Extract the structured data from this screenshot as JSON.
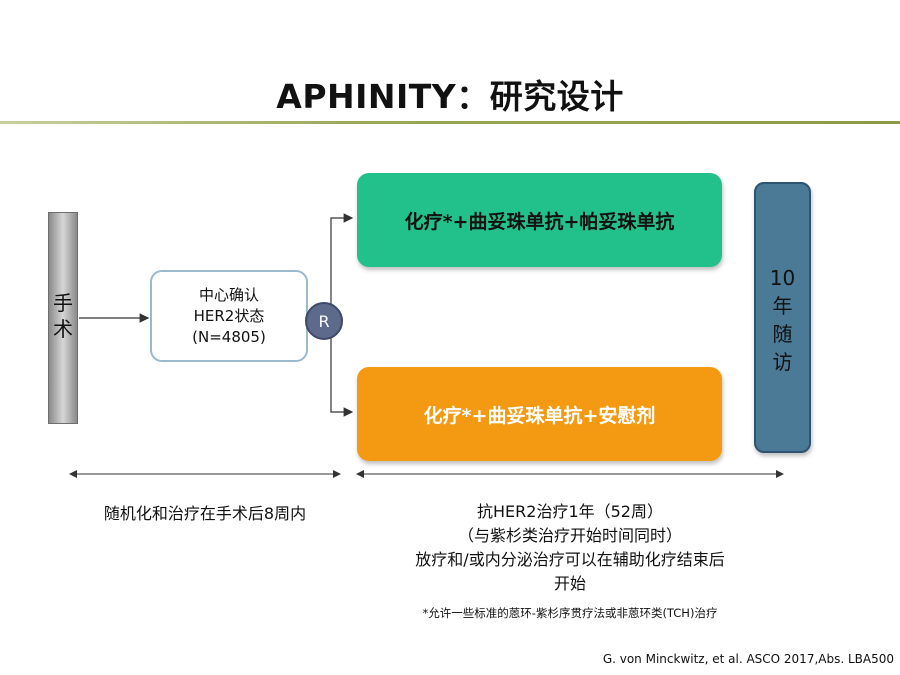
{
  "slide": {
    "title": "APHINITY：研究设计",
    "surgery": {
      "label_line1": "手",
      "label_line2": "术"
    },
    "center_box": {
      "line1": "中心确认",
      "line2": "HER2状态",
      "line3": "(N=4805)"
    },
    "randomization": {
      "label": "R"
    },
    "arms": [
      {
        "label": "化疗*+曲妥珠单抗+帕妥珠单抗",
        "color": "#22c08a"
      },
      {
        "label": "化疗*+曲妥珠单抗+安慰剂",
        "color": "#f39a12"
      }
    ],
    "follow_up": {
      "line1": "10",
      "line2": "年",
      "line3": "随",
      "line4": "访"
    },
    "captions": {
      "left": "随机化和治疗在手术后8周内",
      "right_line1": "抗HER2治疗1年（52周）",
      "right_line2": "（与紫杉类治疗开始时间同时）",
      "right_line3": "放疗和/或内分泌治疗可以在辅助化疗结束后",
      "right_line4": "开始"
    },
    "footnote": "*允许一些标准的蒽环-紫杉序贯疗法或非蒽环类(TCH)治疗",
    "citation": "G. von Minckwitz, et al. ASCO 2017,Abs. LBA500"
  }
}
